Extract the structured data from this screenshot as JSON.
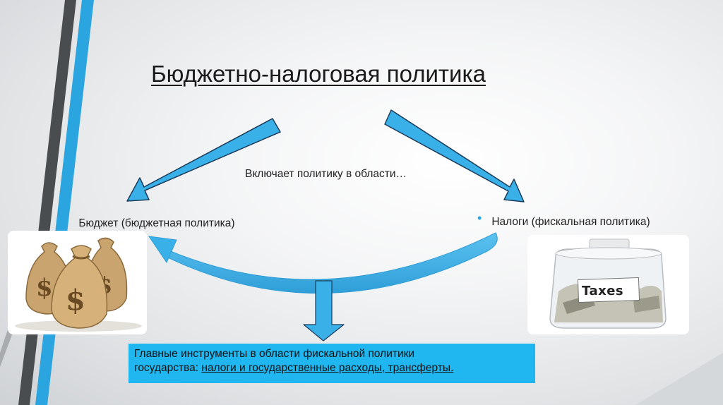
{
  "title": "Бюджетно-налоговая политика",
  "subtitle": "Включает политику в области…",
  "left_item": {
    "label": "Бюджет (бюджетная политика)"
  },
  "right_item": {
    "label": "Налоги (фискальная политика)",
    "jar_label": "Taxes"
  },
  "infobox": {
    "line1": "Главные инструменты в области фискальной политики",
    "line2_prefix": "государства: ",
    "line2_underlined": "налоги и государственные расходы, трансферты."
  },
  "colors": {
    "accent_blue": "#20b6ef",
    "arrow_blue": "#3ab0e8",
    "stripe_dark": "#4a4d50",
    "stripe_blue": "#2aa5e0"
  }
}
